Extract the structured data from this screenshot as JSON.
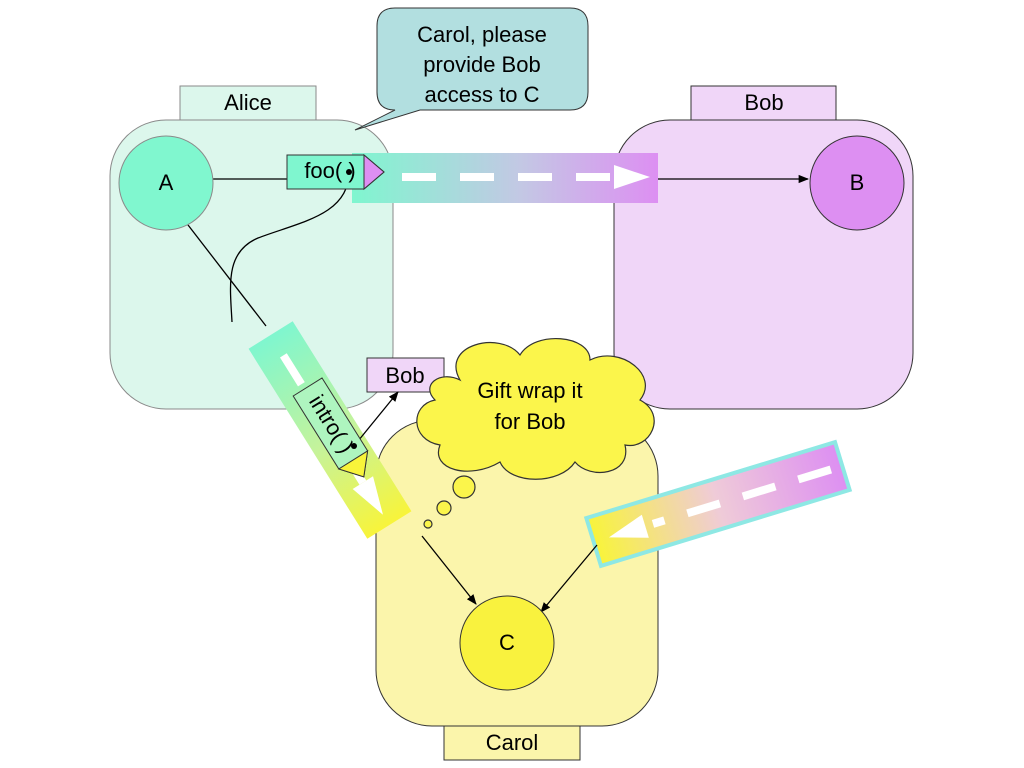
{
  "domains": {
    "alice": {
      "label": "Alice",
      "fill": "#dcf7ec"
    },
    "bob": {
      "label": "Bob",
      "fill": "#f0d6f8"
    },
    "carol": {
      "label": "Carol",
      "fill": "#fbf5ab"
    }
  },
  "objects": {
    "a": {
      "label": "A",
      "fill": "#80f7cf"
    },
    "b": {
      "label": "B",
      "fill": "#dd8ff2"
    },
    "c": {
      "label": "C",
      "fill": "#f9f23e"
    }
  },
  "messages": {
    "foo": {
      "label": "foo( )"
    },
    "intro": {
      "label": "intro( )"
    },
    "intro_arg": {
      "label": "Bob"
    }
  },
  "speech_bubble": {
    "lines": [
      "Carol, please",
      "provide Bob",
      "access to C"
    ],
    "fill": "#b2dfe0"
  },
  "thought_bubble": {
    "lines": [
      "Gift wrap it",
      "for Bob"
    ],
    "fill": "#fbf54b"
  }
}
